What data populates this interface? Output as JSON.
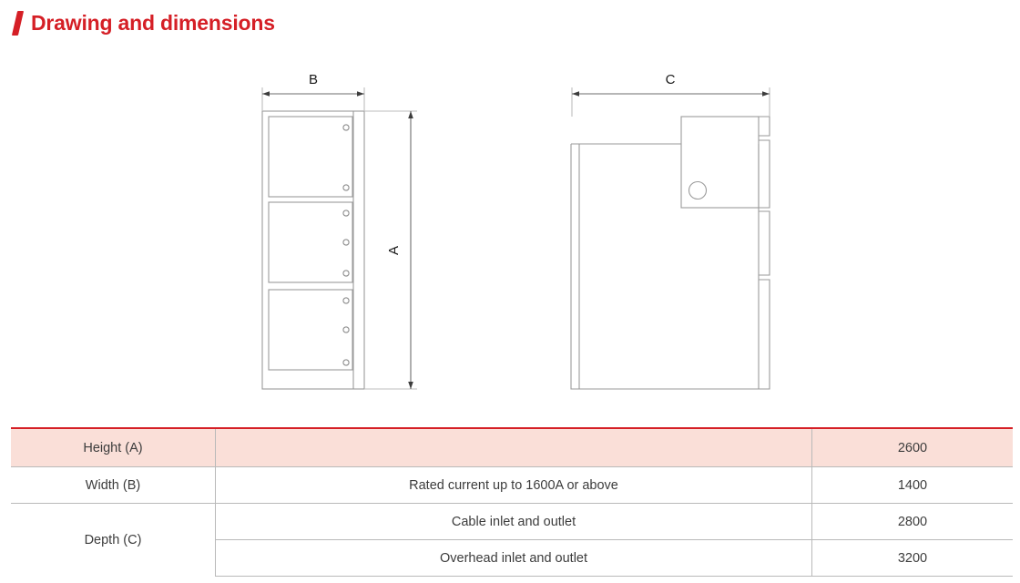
{
  "title": {
    "text": "Drawing and dimensions",
    "accent_color": "#d51f26"
  },
  "drawing": {
    "front_view": {
      "width_dimension_label": "B",
      "height_dimension_label": "A",
      "panel_count": 3,
      "panel_hole_counts": [
        2,
        3,
        3
      ]
    },
    "side_view": {
      "depth_dimension_label": "C"
    }
  },
  "table": {
    "header_fill": "#fadfd8",
    "header_border": "#d51f26",
    "rows": [
      {
        "label": "Height (A)",
        "description": "",
        "value": "2600"
      },
      {
        "label": "Width (B)",
        "description": "Rated current up to 1600A or above",
        "value": "1400"
      },
      {
        "label": "Depth (C)",
        "description": "Cable inlet and outlet",
        "value": "2800"
      },
      {
        "label": "",
        "description": "Overhead inlet and outlet",
        "value": "3200"
      }
    ]
  }
}
